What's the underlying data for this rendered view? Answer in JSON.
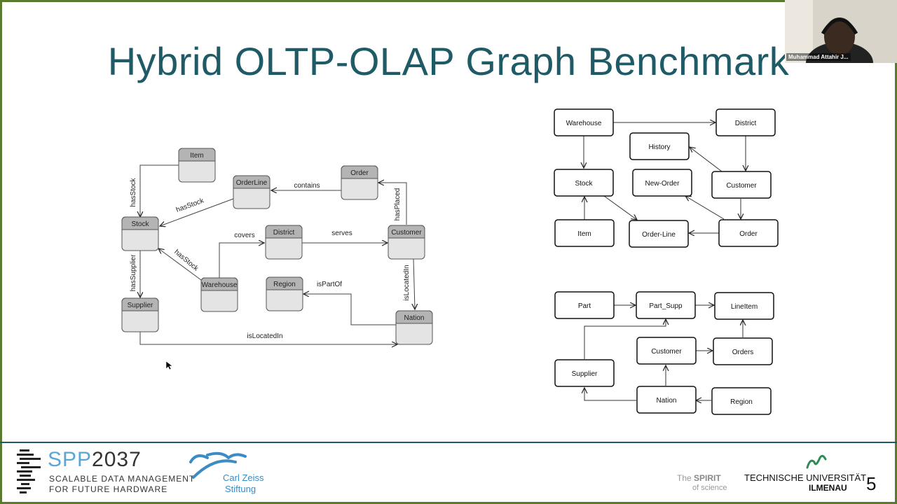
{
  "slide": {
    "title": "Hybrid OLTP-OLAP Graph Benchmark",
    "page_number": "5"
  },
  "video": {
    "participant_name": "Muhammad Attahir J..."
  },
  "left_diagram": {
    "nodes": {
      "item": "Item",
      "orderline": "OrderLine",
      "order": "Order",
      "stock": "Stock",
      "district": "District",
      "customer": "Customer",
      "warehouse": "Warehouse",
      "region": "Region",
      "supplier": "Supplier",
      "nation": "Nation"
    },
    "edges": {
      "item_stock": "hasStock",
      "orderline_stock": "hasStock",
      "order_orderline": "contains",
      "customer_order": "hasPlaced",
      "warehouse_district": "covers",
      "district_customer": "serves",
      "warehouse_stock": "hasStock",
      "stock_supplier": "hasSupplier",
      "customer_nation": "isLocatedIn",
      "nation_region": "isPartOf",
      "supplier_nation": "isLocatedIn"
    }
  },
  "tpcc_diagram": {
    "warehouse": "Warehouse",
    "district": "District",
    "history": "History",
    "stock": "Stock",
    "new_order": "New-Order",
    "customer": "Customer",
    "item": "Item",
    "order_line": "Order-Line",
    "order": "Order"
  },
  "tpch_diagram": {
    "part": "Part",
    "part_supp": "Part_Supp",
    "lineitem": "LineItem",
    "customer": "Customer",
    "orders": "Orders",
    "supplier": "Supplier",
    "nation": "Nation",
    "region": "Region"
  },
  "footer": {
    "spp_number": "2037",
    "spp_prefix": "SPP",
    "spp_line1": "SCALABLE DATA MANAGEMENT",
    "spp_line2": "FOR FUTURE HARDWARE",
    "czs_line1": "Carl Zeiss",
    "czs_line2": "Stiftung",
    "spirit_line1_a": "The ",
    "spirit_line1_b": "SPIRIT",
    "spirit_line2": "of science",
    "tu_line1": "TECHNISCHE UNIVERSITÄT",
    "tu_line2": "ILMENAU"
  },
  "colors": {
    "title": "#1f5b66",
    "frame": "#5a7a2e",
    "node_header": "#b4b4b4",
    "node_body": "#e4e4e4",
    "spp_accent": "#5aa7d6"
  }
}
